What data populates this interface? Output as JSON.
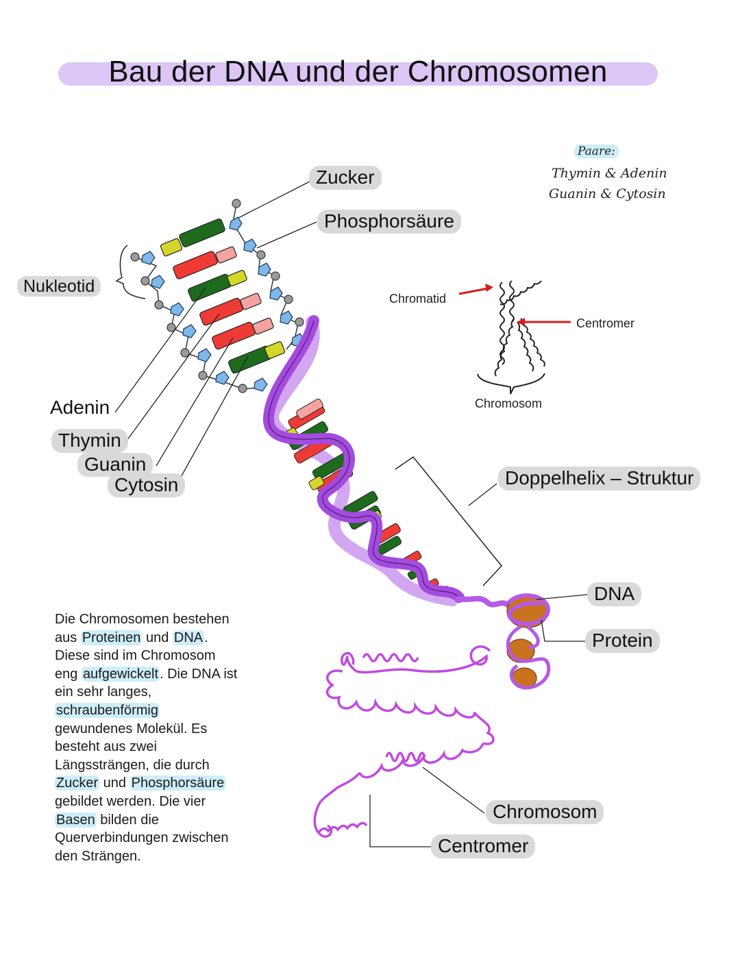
{
  "title": "Bau der DNA und der Chromosomen",
  "labels": {
    "zucker": "Zucker",
    "phosphorsaeure": "Phosphorsäure",
    "nukleotid": "Nukleotid",
    "adenin": "Adenin",
    "thymin": "Thymin",
    "guanin": "Guanin",
    "cytosin": "Cytosin",
    "chromatid": "Chromatid",
    "centromer_top": "Centromer",
    "chromosom_top": "Chromosom",
    "doppelhelix": "Doppelhelix – Struktur",
    "dna": "DNA",
    "protein": "Protein",
    "chromosom_bottom": "Chromosom",
    "centromer_bottom": "Centromer"
  },
  "pairs_note": {
    "heading": "Paare:",
    "line1": "Thymin & Adenin",
    "line2": "Guanin & Cytosin"
  },
  "paragraph": {
    "l1": "Die Chromosomen bestehen",
    "l2_a": "aus ",
    "l2_hl1": "Proteinen",
    "l2_b": " und ",
    "l2_hl2": "DNA",
    "l2_c": ".",
    "l3": "Diese sind im Chromosom",
    "l4_a": "eng ",
    "l4_hl": "aufgewickelt",
    "l4_b": ". Die DNA ist",
    "l5": "ein sehr langes,",
    "l6_hl": "schraubenförmig",
    "l7": "gewundenes Molekül. Es",
    "l8": "besteht aus zwei",
    "l9": "Längssträngen, die durch",
    "l10_hl1": "Zucker",
    "l10_b": " und ",
    "l10_hl2": "Phosphorsäure",
    "l11": "gebildet werden. Die vier",
    "l12_hl": "Basen",
    "l12_b": " bilden die",
    "l13": "Querverbindungen zwischen",
    "l14": "den Strängen."
  },
  "colors": {
    "title_highlight": "#dcc6f5",
    "label_bg": "#d9d9d9",
    "text_highlight": "#cdeef8",
    "adenin": "#ef3b36",
    "thymin": "#f4a3a0",
    "guanin": "#1e6b1e",
    "cytosin": "#d4d62a",
    "sugar": "#7fb8e8",
    "helix": "#b45ae6",
    "protein": "#c9721f",
    "arrow": "#d81b1b"
  }
}
